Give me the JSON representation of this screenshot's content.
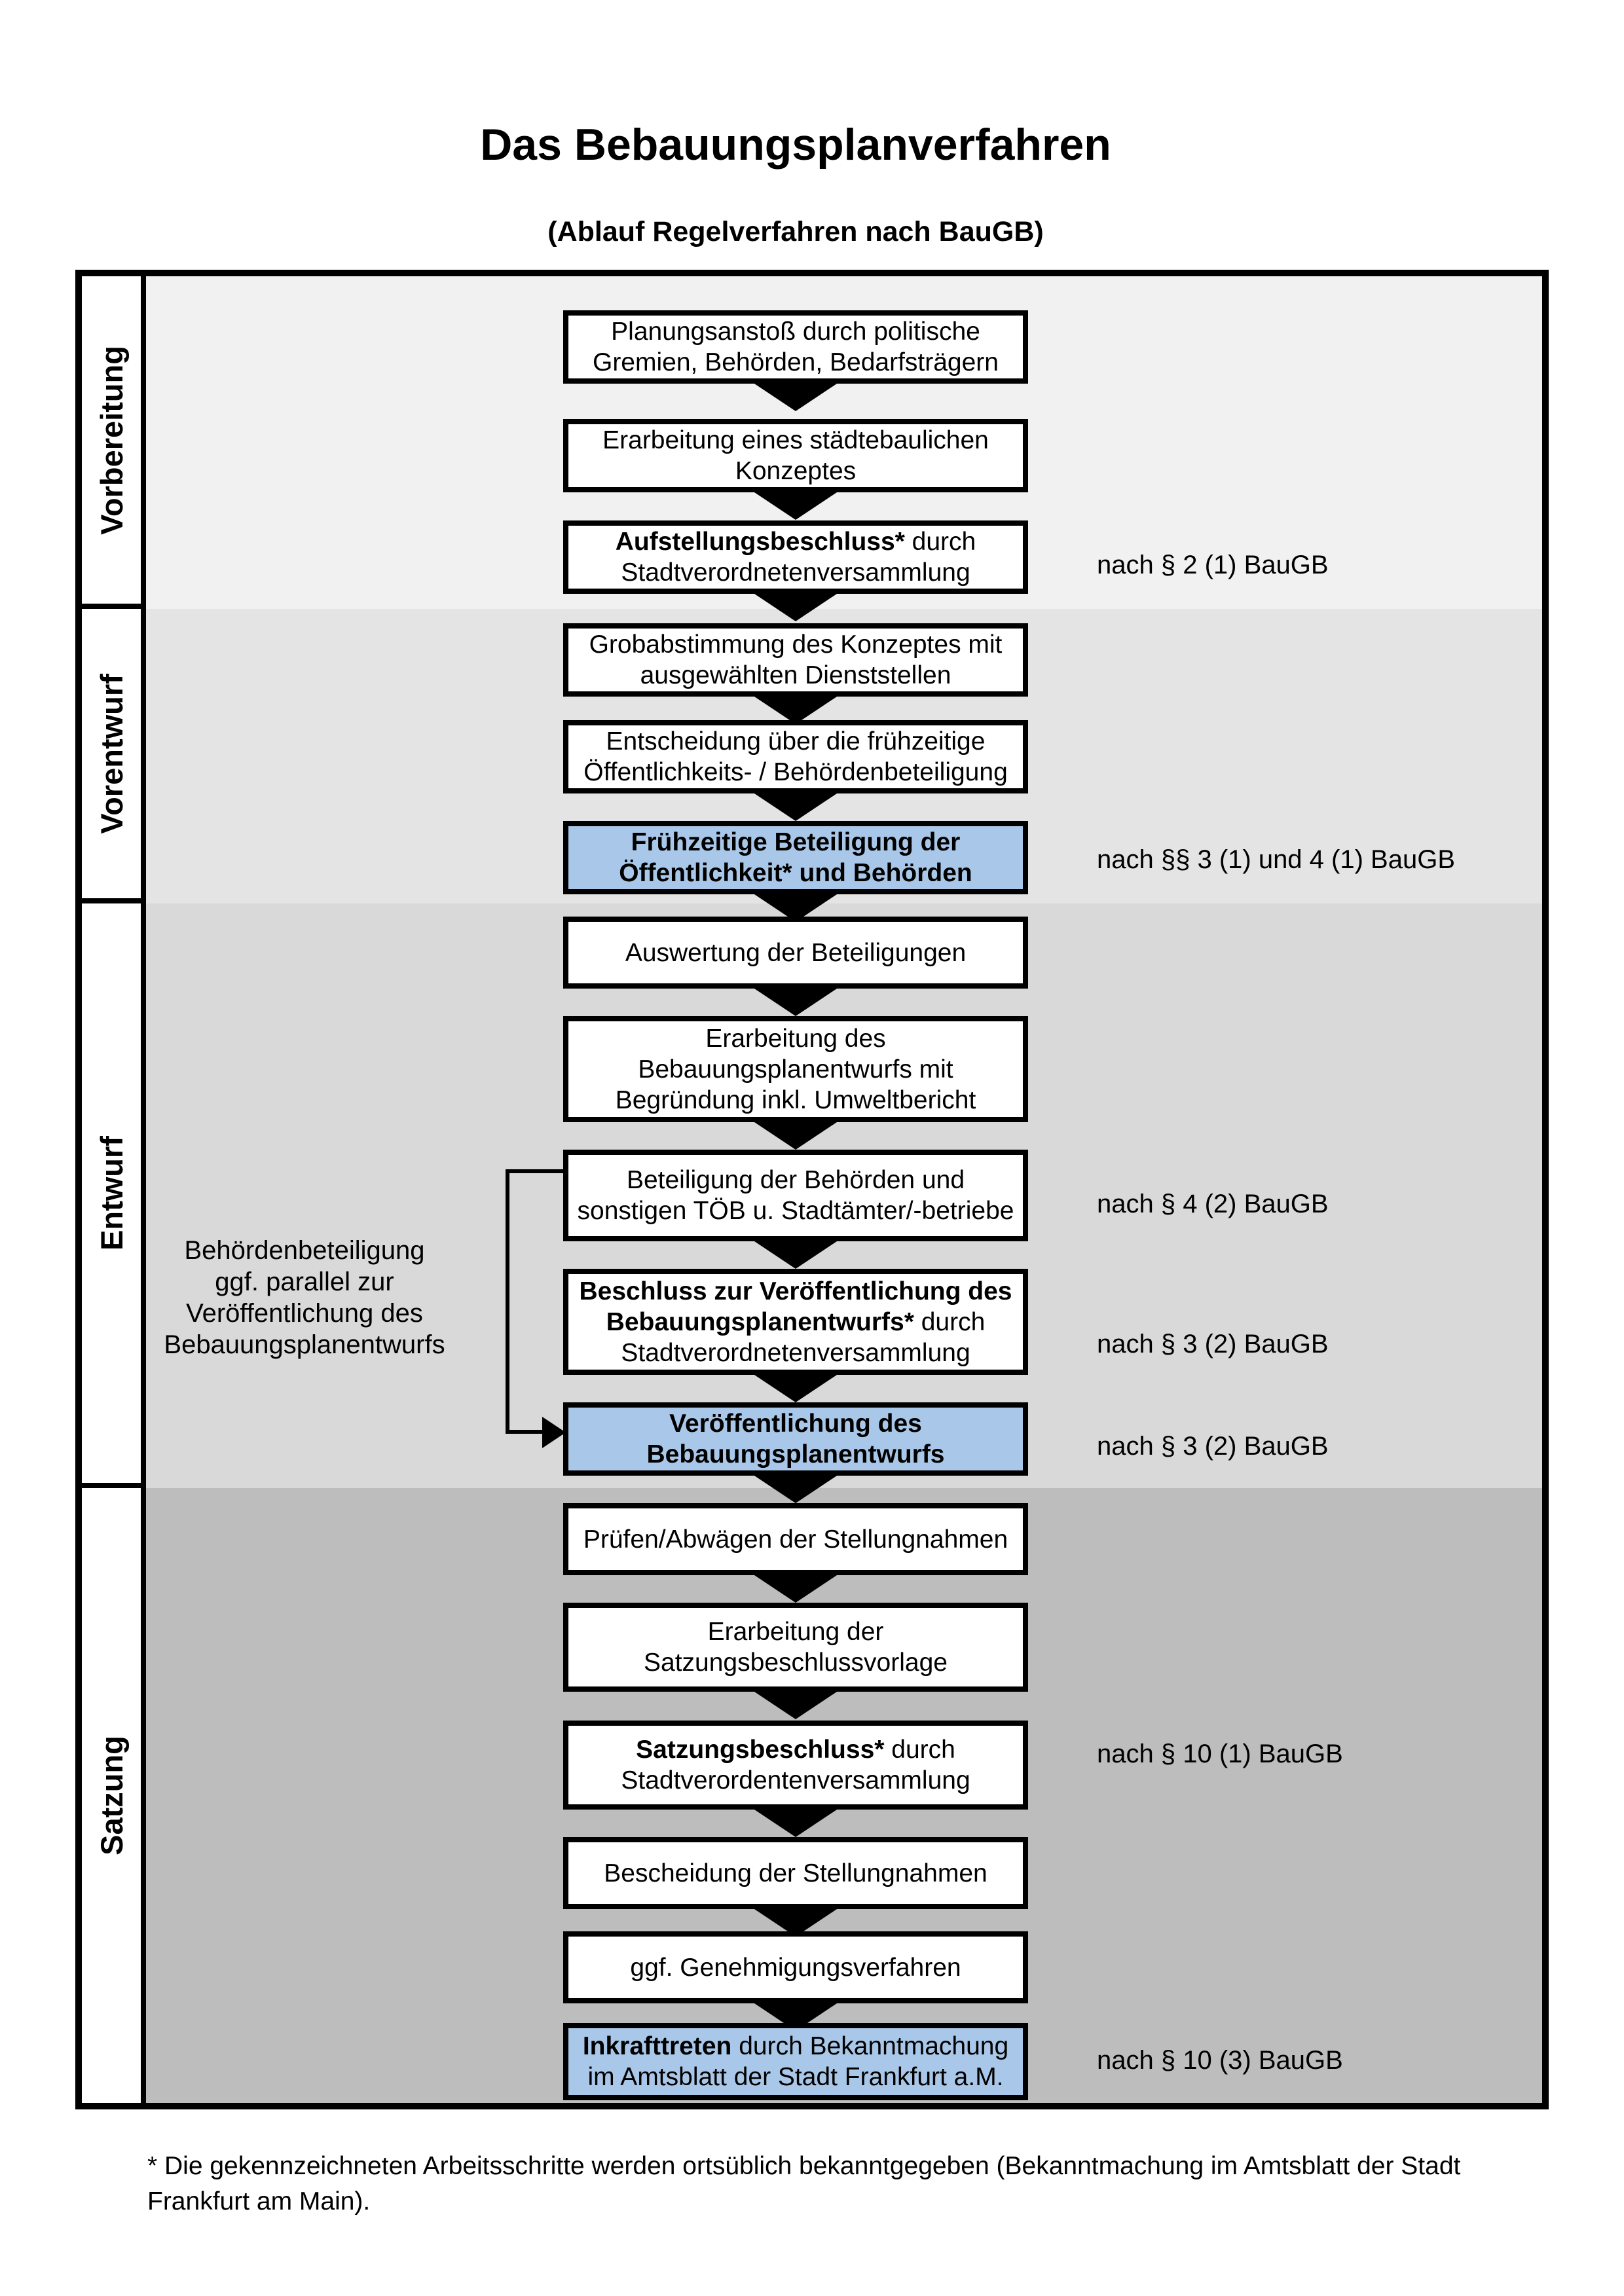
{
  "header": {
    "title": "Das Bebauungsplanverfahren",
    "subtitle": "(Ablauf Regelverfahren nach BauGB)"
  },
  "phases": [
    {
      "label": "Vorbereitung"
    },
    {
      "label": "Vorentwurf"
    },
    {
      "label": "Entwurf"
    },
    {
      "label": "Satzung"
    }
  ],
  "steps": [
    {
      "text": "Planungsanstoß durch politische Gremien, Behörden, Bedarfsträgern"
    },
    {
      "text": "Erarbeitung eines städtebaulichen Konzeptes"
    },
    {
      "bold": "Aufstellungsbeschluss*",
      "rest": " durch Stadtverordnetenversammlung"
    },
    {
      "text": "Grobabstimmung des Konzeptes mit ausgewählten Dienststellen"
    },
    {
      "text": "Entscheidung über die frühzeitige Öffentlichkeits- / Behördenbeteiligung"
    },
    {
      "bold": "Frühzeitige Beteiligung der Öffentlichkeit* und Behörden",
      "highlighted": true
    },
    {
      "text": "Auswertung der Beteiligungen"
    },
    {
      "text": "Erarbeitung des Bebauungsplanentwurfs mit Begründung inkl. Umweltbericht"
    },
    {
      "text": "Beteiligung der Behörden und sonstigen TÖB u. Stadtämter/-betriebe"
    },
    {
      "bold": "Beschluss zur Veröffentlichung des Bebauungsplanentwurfs*",
      "rest": " durch Stadtverordnetenversammlung"
    },
    {
      "bold": "Veröffentlichung des Bebauungsplanentwurfs",
      "highlighted": true
    },
    {
      "text": "Prüfen/Abwägen der Stellungnahmen"
    },
    {
      "text": "Erarbeitung der Satzungsbeschlussvorlage"
    },
    {
      "bold": "Satzungsbeschluss*",
      "rest": " durch Stadtverordentenversammlung"
    },
    {
      "text": "Bescheidung der Stellungnahmen"
    },
    {
      "text": "ggf. Genehmigungsverfahren"
    },
    {
      "bold": "Inkrafttreten",
      "rest": " durch Bekanntmachung im Amtsblatt der Stadt Frankfurt a.M.",
      "highlighted": true
    }
  ],
  "references": [
    "nach § 2 (1) BauGB",
    "nach §§ 3 (1) und 4 (1) BauGB",
    "nach § 4 (2) BauGB",
    "nach § 3 (2) BauGB",
    "nach § 3 (2) BauGB",
    "nach § 10 (1) BauGB",
    "nach § 10 (3) BauGB"
  ],
  "side_note": {
    "lines": [
      "Behördenbeteiligung",
      "ggf. parallel zur",
      "Veröffentlichung des",
      "Bebauungsplanentwurfs"
    ]
  },
  "footnote": "* Die gekennzeichneten Arbeitsschritte werden ortsüblich bekanntgegeben (Bekanntmachung im Amtsblatt  der Stadt Frankfurt am Main).",
  "colors": {
    "highlight_blue": "#a9c8e9",
    "phase_backgrounds": [
      "#f1f1f1",
      "#e4e4e4",
      "#d9d9d9",
      "#bdbdbd"
    ]
  }
}
